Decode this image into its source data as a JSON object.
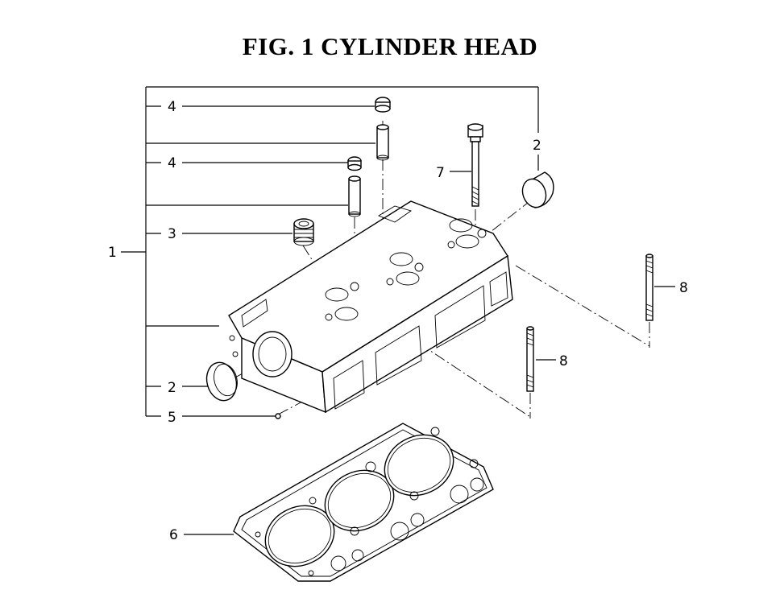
{
  "figure": {
    "title": "FIG. 1  CYLINDER HEAD"
  },
  "callouts": [
    {
      "id": "c1",
      "text": "1"
    },
    {
      "id": "c2a",
      "text": "2"
    },
    {
      "id": "c2b",
      "text": "2"
    },
    {
      "id": "c3",
      "text": "3"
    },
    {
      "id": "c4a",
      "text": "4"
    },
    {
      "id": "c4b",
      "text": "4"
    },
    {
      "id": "c5",
      "text": "5"
    },
    {
      "id": "c6",
      "text": "6"
    },
    {
      "id": "c7",
      "text": "7"
    },
    {
      "id": "c8a",
      "text": "8"
    },
    {
      "id": "c8b",
      "text": "8"
    }
  ]
}
